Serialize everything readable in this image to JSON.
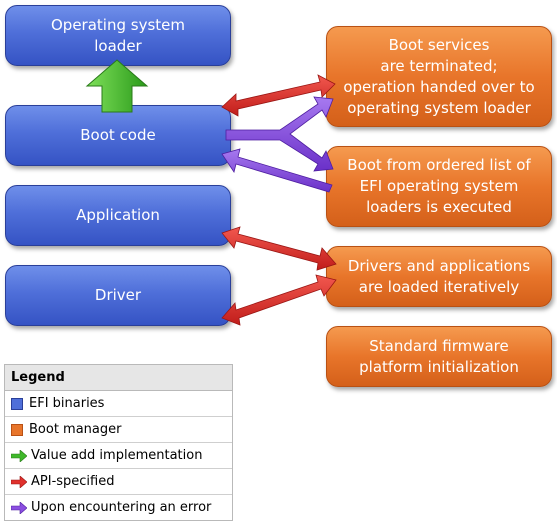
{
  "blue_boxes": {
    "os_loader": "Operating system\nloader",
    "boot_code": "Boot code",
    "application": "Application",
    "driver": "Driver"
  },
  "orange_boxes": {
    "boot_services": "Boot services\nare terminated;\noperation handed over to\noperating system loader",
    "boot_ordered_list": "Boot from ordered list of\nEFI operating system\nloaders is executed",
    "drivers_apps": "Drivers and applications\nare loaded iteratively",
    "firmware_init": "Standard firmware\nplatform initialization"
  },
  "legend": {
    "title": "Legend",
    "efi_binaries": "EFI binaries",
    "boot_manager": "Boot manager",
    "value_add": "Value add implementation",
    "api_specified": "API-specified",
    "error": "Upon encountering an error"
  },
  "colors": {
    "blue": "#4f6fd9",
    "orange": "#e8752a",
    "green": "#3fb82a",
    "red": "#e0312d",
    "purple": "#8b4fe0"
  }
}
